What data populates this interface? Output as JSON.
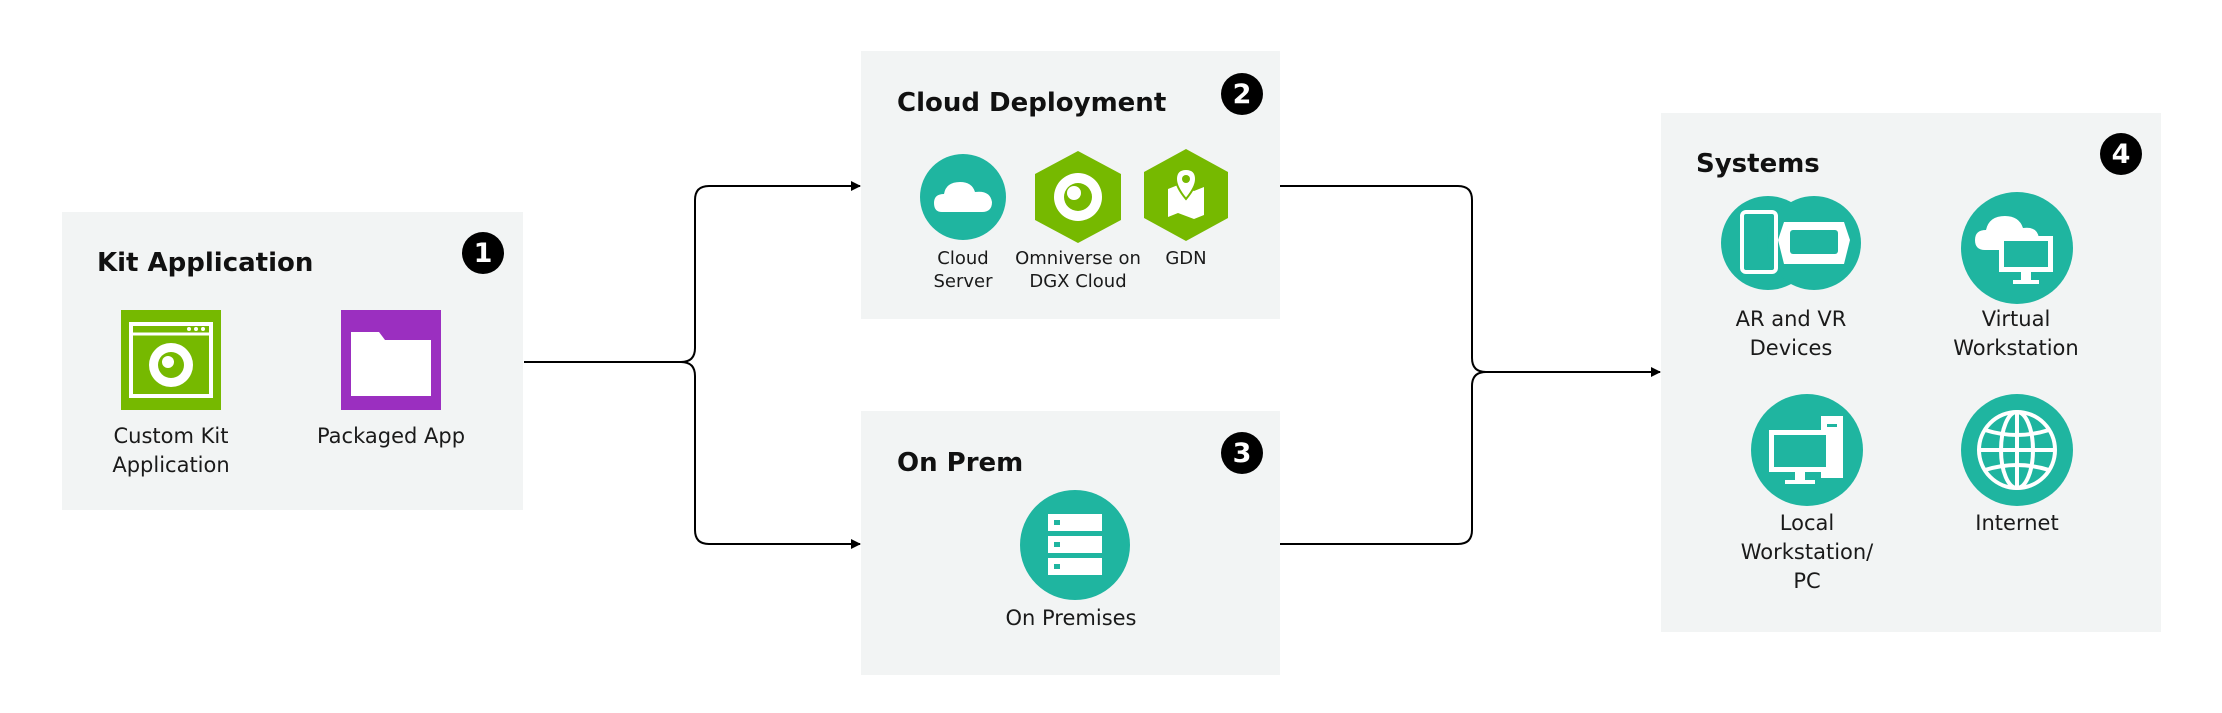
{
  "colors": {
    "panel_bg": "#f2f4f4",
    "nvidia_green": "#76b900",
    "purple": "#9b2fc0",
    "teal": "#1fb5a0",
    "badge_bg": "#000000",
    "connector": "#000000"
  },
  "kit_application": {
    "title": "Kit Application",
    "badge": "1",
    "items": [
      {
        "label": "Custom Kit\nApplication",
        "icon": "omniverse-window-icon"
      },
      {
        "label": "Packaged App",
        "icon": "folder-icon"
      }
    ]
  },
  "cloud_deployment": {
    "title": "Cloud Deployment",
    "badge": "2",
    "items": [
      {
        "label": "Cloud\nServer",
        "icon": "cloud-icon"
      },
      {
        "label": "Omniverse on\nDGX Cloud",
        "icon": "omniverse-hexagon-icon"
      },
      {
        "label": "GDN",
        "icon": "map-pin-hexagon-icon"
      }
    ]
  },
  "on_prem": {
    "title": "On Prem",
    "badge": "3",
    "items": [
      {
        "label": "On Premises",
        "icon": "server-stack-icon"
      }
    ]
  },
  "systems": {
    "title": "Systems",
    "badge": "4",
    "items": [
      {
        "label": "AR and VR\nDevices",
        "icon": "ar-vr-devices-icon"
      },
      {
        "label": "Virtual\nWorkstation",
        "icon": "cloud-monitor-icon"
      },
      {
        "label": "Local\nWorkstation/\nPC",
        "icon": "desktop-pc-icon"
      },
      {
        "label": "Internet",
        "icon": "globe-icon"
      }
    ]
  }
}
